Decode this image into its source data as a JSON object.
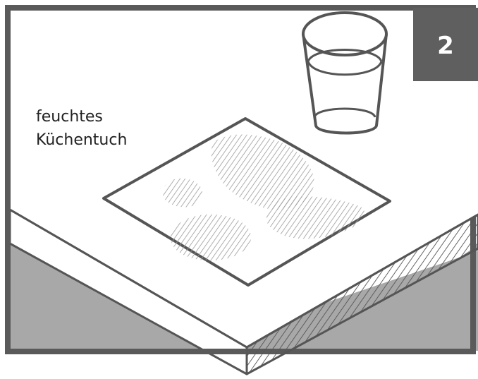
{
  "figure": {
    "step_number": "2",
    "label": {
      "line1": "feuchtes",
      "line2": "Küchentuch"
    }
  },
  "colors": {
    "frame": "#5a5a5a",
    "step_box": "#5f5f5f",
    "floor": "#a8a8a8",
    "counter_top": "#ffffff",
    "outline": "#555555",
    "hatch": "#9a9a9a"
  }
}
